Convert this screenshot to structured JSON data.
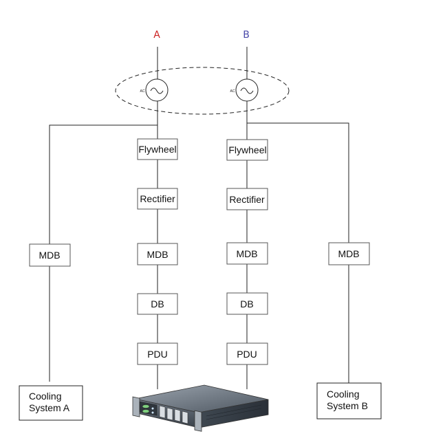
{
  "sources": {
    "a": {
      "label": "A",
      "color": "#cc2222"
    },
    "b": {
      "label": "B",
      "color": "#4a4aaa"
    }
  },
  "generator_label": "AC",
  "chain_a": {
    "flywheel": "Flywheel",
    "rectifier": "Rectifier",
    "mdb": "MDB",
    "db": "DB",
    "pdu": "PDU"
  },
  "chain_b": {
    "flywheel": "Flywheel",
    "rectifier": "Rectifier",
    "mdb": "MDB",
    "db": "DB",
    "pdu": "PDU"
  },
  "cooling_a": {
    "mdb": "MDB",
    "line1": "Cooling",
    "line2": "System A"
  },
  "cooling_b": {
    "mdb": "MDB",
    "line1": "Cooling",
    "line2": "System B"
  },
  "server_icon": "rack-server-icon"
}
